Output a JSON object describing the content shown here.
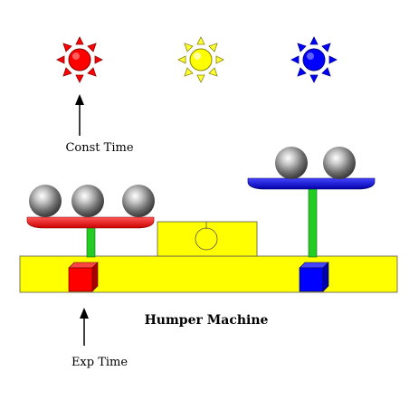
{
  "labels": {
    "const_time": "Const Time",
    "exp_time": "Exp Time",
    "machine_name": "Humper Machine"
  },
  "colors": {
    "red": "#ff0000",
    "yellow": "#ffff00",
    "blue": "#0000ff",
    "green": "#22cc22",
    "ball": "#8a8a8a",
    "outline": "#000000"
  },
  "icons": {
    "red_light": "sun-icon",
    "yellow_light": "sun-icon",
    "blue_light": "sun-icon"
  }
}
